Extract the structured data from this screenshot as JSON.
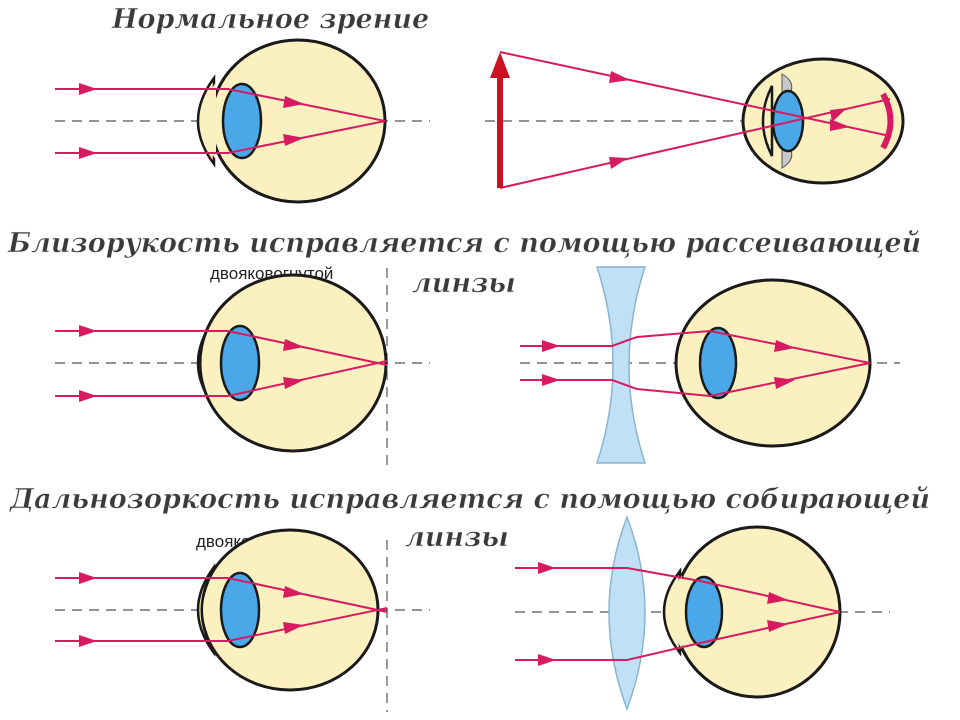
{
  "headings": {
    "normal": "Нормальное зрение",
    "myopia": "Близорукость исправляется с помощью рассеивающей",
    "myopia_cont": "линзы",
    "hyperopia": "Дальнозоркость исправляется с помощью собирающей",
    "hyperopia_cont": "линзы"
  },
  "labels": {
    "concave": "двояковогнутой",
    "convex": "двояковыпуклой"
  },
  "colors": {
    "ray": "#d81b60",
    "object_arrow": "#cc1122",
    "eye_fill": "#fbf0c0",
    "eye_lens": "#4aa8e8",
    "corrective_lens": "#bfe0f5",
    "text": "#3a3a3a"
  }
}
